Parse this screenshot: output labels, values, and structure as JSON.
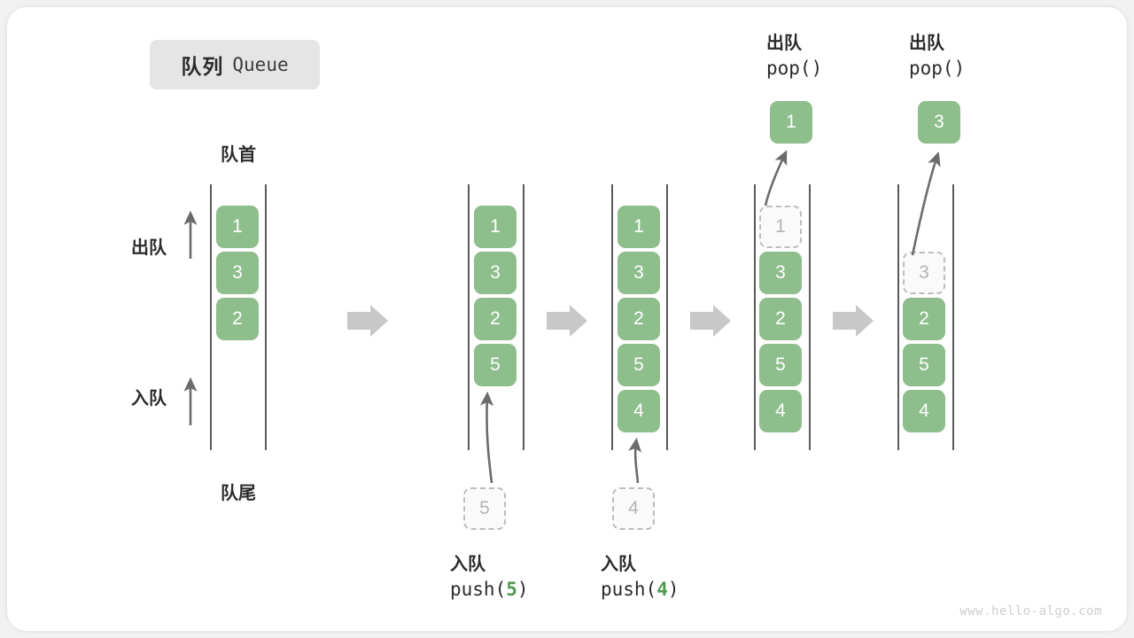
{
  "title": {
    "cn": "队列",
    "en": "Queue"
  },
  "watermark": "www.hello-algo.com",
  "labels": {
    "front": "队首",
    "rear": "队尾",
    "dequeue": "出队",
    "enqueue": "入队"
  },
  "stages": [
    {
      "name": "initial-queue",
      "cells": [
        {
          "value": "1",
          "state": "filled"
        },
        {
          "value": "3",
          "state": "filled"
        },
        {
          "value": "2",
          "state": "filled"
        }
      ]
    },
    {
      "name": "after-push-5",
      "cells": [
        {
          "value": "1",
          "state": "filled"
        },
        {
          "value": "3",
          "state": "filled"
        },
        {
          "value": "2",
          "state": "filled"
        },
        {
          "value": "5",
          "state": "filled"
        }
      ],
      "incoming": {
        "value": "5",
        "state": "ghost"
      },
      "caption": {
        "line1": "入队",
        "op": "push(",
        "num": "5",
        "close": ")"
      }
    },
    {
      "name": "after-push-4",
      "cells": [
        {
          "value": "1",
          "state": "filled"
        },
        {
          "value": "3",
          "state": "filled"
        },
        {
          "value": "2",
          "state": "filled"
        },
        {
          "value": "5",
          "state": "filled"
        },
        {
          "value": "4",
          "state": "filled"
        }
      ],
      "incoming": {
        "value": "4",
        "state": "ghost"
      },
      "caption": {
        "line1": "入队",
        "op": "push(",
        "num": "4",
        "close": ")"
      }
    },
    {
      "name": "after-pop-1",
      "cells": [
        {
          "value": "1",
          "state": "ghost"
        },
        {
          "value": "3",
          "state": "filled"
        },
        {
          "value": "2",
          "state": "filled"
        },
        {
          "value": "5",
          "state": "filled"
        },
        {
          "value": "4",
          "state": "filled"
        }
      ],
      "popped": {
        "value": "1",
        "state": "filled"
      },
      "caption": {
        "line1": "出队",
        "line2": "pop()"
      }
    },
    {
      "name": "after-pop-3",
      "cells": [
        {
          "value": "",
          "state": "empty"
        },
        {
          "value": "3",
          "state": "ghost"
        },
        {
          "value": "2",
          "state": "filled"
        },
        {
          "value": "5",
          "state": "filled"
        },
        {
          "value": "4",
          "state": "filled"
        }
      ],
      "popped": {
        "value": "3",
        "state": "filled"
      },
      "caption": {
        "line1": "出队",
        "line2": "pop()"
      }
    }
  ],
  "colors": {
    "cell_fill": "#8ebe8c",
    "ghost_border": "#bdbdbd",
    "rail": "#5a5a5a",
    "step_arrow": "#c8c8c8",
    "accent_green": "#4e9a51"
  }
}
